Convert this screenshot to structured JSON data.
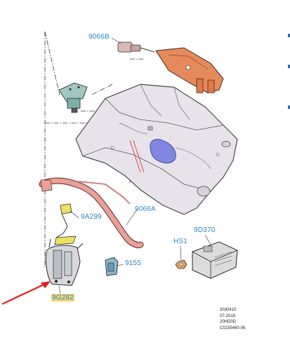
{
  "callouts": {
    "vent_valve": "9066B",
    "reservoir": "9066A",
    "bracket": "9A299",
    "clip": "9155",
    "nut": "HS1",
    "module": "9D370",
    "pump": "9G282"
  },
  "footer": {
    "line1": "3030410",
    "line2": "07-2019",
    "line3": "20HD0D",
    "line4": "C0235460-06"
  },
  "colors": {
    "callout_text": "#2b86c5",
    "highlight": "#f5d874",
    "pointer_arrow": "#e02020",
    "hose": "#e9a097",
    "canister": "#e58a5a",
    "tank": "#e9e3ea",
    "gasket": "#7f87e0",
    "pump_sender": "#5a7a8a",
    "connector": "#a0c8c0"
  }
}
